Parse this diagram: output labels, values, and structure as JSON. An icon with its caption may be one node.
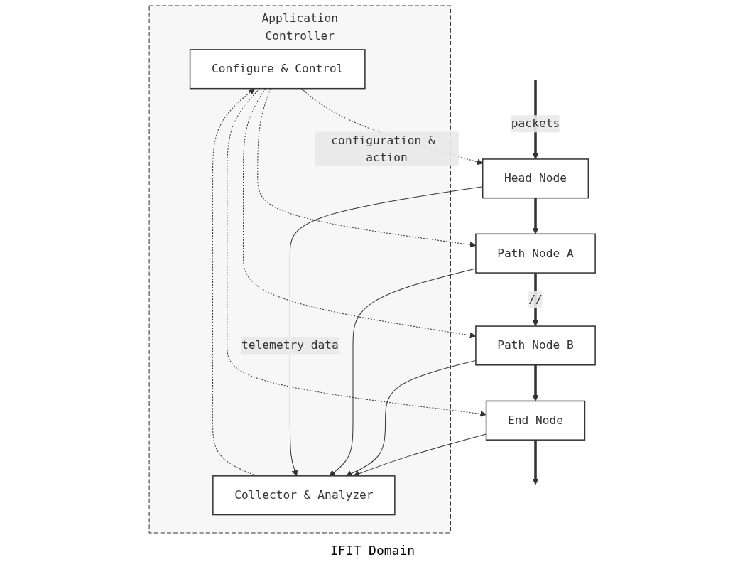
{
  "diagram": {
    "nodes": [
      {
        "text": [
          "Application",
          "Controller"
        ]
      },
      {
        "text": [
          "Configure & Control"
        ],
        "in": 0
      },
      {
        "text": [
          "Collector & Analyzer"
        ],
        "in": 0
      },
      {
        "text": [
          "Head Node"
        ]
      },
      {
        "text": [
          "Path Node A"
        ]
      },
      {
        "text": [
          "Path Node B"
        ]
      },
      {
        "text": [
          "End Node"
        ]
      }
    ],
    "edges": [
      {
        "from": 2,
        "to": 1,
        "arrow": "to",
        "style": "dashed"
      },
      {
        "from": 1,
        "to": 3,
        "arrow": "to",
        "style": "dashed",
        "label": "configuration & action"
      },
      {
        "from": 1,
        "to": 4,
        "arrow": "to",
        "style": "dashed"
      },
      {
        "from": 1,
        "to": 5,
        "arrow": "to",
        "style": "dashed"
      },
      {
        "from": 1,
        "to": 6,
        "arrow": "to",
        "style": "dashed"
      },
      {
        "from": 3,
        "to": 2,
        "arrow": "to",
        "label": "telemetry data"
      },
      {
        "from": 4,
        "to": 2,
        "arrow": "to"
      },
      {
        "from": 5,
        "to": 2,
        "arrow": "to"
      },
      {
        "from": 6,
        "to": 2,
        "arrow": "to"
      },
      {
        "from": null,
        "to": 3,
        "arrow": "to",
        "style": "thick",
        "label": "packets"
      },
      {
        "from": 3,
        "to": 4,
        "arrow": "to",
        "style": "thick"
      },
      {
        "from": 4,
        "to": 5,
        "arrow": "to",
        "style": "thick",
        "label": "//"
      },
      {
        "from": 5,
        "to": 6,
        "arrow": "to",
        "style": "thick"
      },
      {
        "from": 6,
        "to": null,
        "arrow": "to",
        "style": "thick"
      }
    ],
    "labels": [
      "IFIT Domain"
    ]
  }
}
